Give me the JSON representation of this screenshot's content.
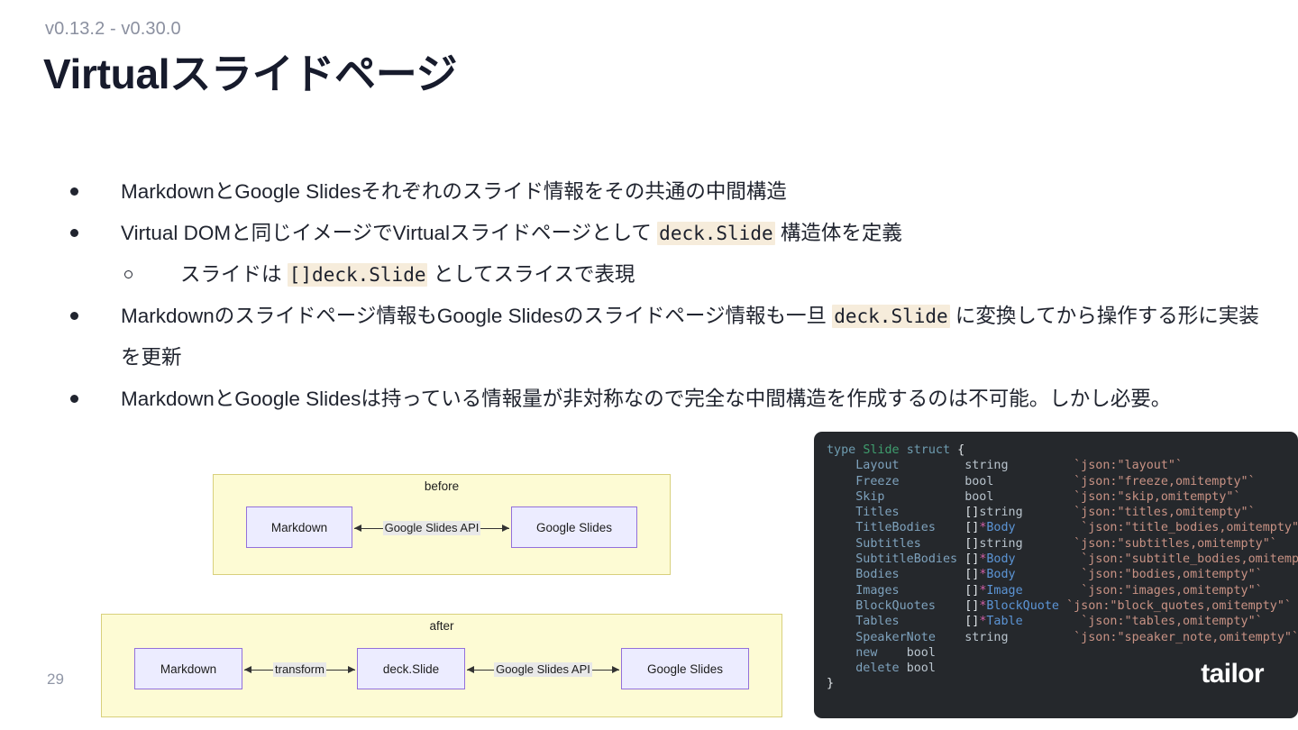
{
  "header": {
    "version": "v0.13.2 - v0.30.0",
    "title": "Virtualスライドページ"
  },
  "page_number": "29",
  "brand": "tailor",
  "bullets": [
    {
      "level": 1,
      "marker": "filled-dot",
      "parts": [
        {
          "type": "text",
          "value": "MarkdownとGoogle Slidesそれぞれのスライド情報をその共通の中間構造"
        }
      ]
    },
    {
      "level": 1,
      "marker": "filled-dot",
      "parts": [
        {
          "type": "text",
          "value": "Virtual DOMと同じイメージでVirtualスライドページとして "
        },
        {
          "type": "code",
          "value": "deck.Slide"
        },
        {
          "type": "text",
          "value": " 構造体を定義"
        }
      ]
    },
    {
      "level": 2,
      "marker": "hollow-circle",
      "parts": [
        {
          "type": "text",
          "value": "スライドは "
        },
        {
          "type": "code",
          "value": "[]deck.Slide"
        },
        {
          "type": "text",
          "value": " としてスライスで表現"
        }
      ]
    },
    {
      "level": 1,
      "marker": "filled-dot",
      "parts": [
        {
          "type": "text",
          "value": "Markdownのスライドページ情報もGoogle Slidesのスライドページ情報も一旦 "
        },
        {
          "type": "code",
          "value": "deck.Slide"
        },
        {
          "type": "text",
          "value": " に変換してから操作する形に実装を更新"
        }
      ]
    },
    {
      "level": 1,
      "marker": "filled-dot",
      "parts": [
        {
          "type": "text",
          "value": "MarkdownとGoogle Slidesは持っている情報量が非対称なので完全な中間構造を作成するのは不可能。しかし必要。"
        }
      ]
    }
  ],
  "diagrams": [
    {
      "id": "before",
      "label": "before",
      "nodes": [
        {
          "label": "Markdown"
        },
        {
          "label": "Google Slides"
        }
      ],
      "edges": [
        {
          "label": "Google Slides API",
          "direction": "bidirectional"
        }
      ]
    },
    {
      "id": "after",
      "label": "after",
      "nodes": [
        {
          "label": "Markdown"
        },
        {
          "label": "deck.Slide"
        },
        {
          "label": "Google Slides"
        }
      ],
      "edges": [
        {
          "label": "transform",
          "direction": "bidirectional"
        },
        {
          "label": "Google Slides API",
          "direction": "bidirectional"
        }
      ]
    }
  ],
  "code": {
    "language": "go",
    "lines": [
      [
        {
          "t": "kw",
          "v": "type"
        },
        {
          "t": "plain",
          "v": " "
        },
        {
          "t": "type",
          "v": "Slide"
        },
        {
          "t": "plain",
          "v": " "
        },
        {
          "t": "kw",
          "v": "struct"
        },
        {
          "t": "punct",
          "v": " {"
        }
      ],
      [
        {
          "t": "plain",
          "v": "    "
        },
        {
          "t": "field",
          "v": "Layout         "
        },
        {
          "t": "basic",
          "v": "string"
        },
        {
          "t": "plain",
          "v": "         "
        },
        {
          "t": "tag",
          "v": "`json:\"layout\"`"
        }
      ],
      [
        {
          "t": "plain",
          "v": "    "
        },
        {
          "t": "field",
          "v": "Freeze         "
        },
        {
          "t": "basic",
          "v": "bool"
        },
        {
          "t": "plain",
          "v": "           "
        },
        {
          "t": "tag",
          "v": "`json:\"freeze,omitempty\"`"
        }
      ],
      [
        {
          "t": "plain",
          "v": "    "
        },
        {
          "t": "field",
          "v": "Skip           "
        },
        {
          "t": "basic",
          "v": "bool"
        },
        {
          "t": "plain",
          "v": "           "
        },
        {
          "t": "tag",
          "v": "`json:\"skip,omitempty\"`"
        }
      ],
      [
        {
          "t": "plain",
          "v": "    "
        },
        {
          "t": "field",
          "v": "Titles         "
        },
        {
          "t": "punct",
          "v": "[]"
        },
        {
          "t": "basic",
          "v": "string"
        },
        {
          "t": "plain",
          "v": "       "
        },
        {
          "t": "tag",
          "v": "`json:\"titles,omitempty\"`"
        }
      ],
      [
        {
          "t": "plain",
          "v": "    "
        },
        {
          "t": "field",
          "v": "TitleBodies    "
        },
        {
          "t": "punct",
          "v": "[]"
        },
        {
          "t": "star",
          "v": "*"
        },
        {
          "t": "ref",
          "v": "Body"
        },
        {
          "t": "plain",
          "v": "         "
        },
        {
          "t": "tag",
          "v": "`json:\"title_bodies,omitempty\"`"
        }
      ],
      [
        {
          "t": "plain",
          "v": "    "
        },
        {
          "t": "field",
          "v": "Subtitles      "
        },
        {
          "t": "punct",
          "v": "[]"
        },
        {
          "t": "basic",
          "v": "string"
        },
        {
          "t": "plain",
          "v": "       "
        },
        {
          "t": "tag",
          "v": "`json:\"subtitles,omitempty\"`"
        }
      ],
      [
        {
          "t": "plain",
          "v": "    "
        },
        {
          "t": "field",
          "v": "SubtitleBodies "
        },
        {
          "t": "punct",
          "v": "[]"
        },
        {
          "t": "star",
          "v": "*"
        },
        {
          "t": "ref",
          "v": "Body"
        },
        {
          "t": "plain",
          "v": "         "
        },
        {
          "t": "tag",
          "v": "`json:\"subtitle_bodies,omitempty\"`"
        }
      ],
      [
        {
          "t": "plain",
          "v": "    "
        },
        {
          "t": "field",
          "v": "Bodies         "
        },
        {
          "t": "punct",
          "v": "[]"
        },
        {
          "t": "star",
          "v": "*"
        },
        {
          "t": "ref",
          "v": "Body"
        },
        {
          "t": "plain",
          "v": "         "
        },
        {
          "t": "tag",
          "v": "`json:\"bodies,omitempty\"`"
        }
      ],
      [
        {
          "t": "plain",
          "v": "    "
        },
        {
          "t": "field",
          "v": "Images         "
        },
        {
          "t": "punct",
          "v": "[]"
        },
        {
          "t": "star",
          "v": "*"
        },
        {
          "t": "ref",
          "v": "Image"
        },
        {
          "t": "plain",
          "v": "        "
        },
        {
          "t": "tag",
          "v": "`json:\"images,omitempty\"`"
        }
      ],
      [
        {
          "t": "plain",
          "v": "    "
        },
        {
          "t": "field",
          "v": "BlockQuotes    "
        },
        {
          "t": "punct",
          "v": "[]"
        },
        {
          "t": "star",
          "v": "*"
        },
        {
          "t": "ref",
          "v": "BlockQuote"
        },
        {
          "t": "plain",
          "v": " "
        },
        {
          "t": "tag",
          "v": "`json:\"block_quotes,omitempty\"`"
        }
      ],
      [
        {
          "t": "plain",
          "v": "    "
        },
        {
          "t": "field",
          "v": "Tables         "
        },
        {
          "t": "punct",
          "v": "[]"
        },
        {
          "t": "star",
          "v": "*"
        },
        {
          "t": "ref",
          "v": "Table"
        },
        {
          "t": "plain",
          "v": "        "
        },
        {
          "t": "tag",
          "v": "`json:\"tables,omitempty\"`"
        }
      ],
      [
        {
          "t": "plain",
          "v": "    "
        },
        {
          "t": "field",
          "v": "SpeakerNote    "
        },
        {
          "t": "basic",
          "v": "string"
        },
        {
          "t": "plain",
          "v": "         "
        },
        {
          "t": "tag",
          "v": "`json:\"speaker_note,omitempty\"`"
        }
      ],
      [
        {
          "t": "plain",
          "v": ""
        }
      ],
      [
        {
          "t": "plain",
          "v": "    "
        },
        {
          "t": "field",
          "v": "new    "
        },
        {
          "t": "basic",
          "v": "bool"
        }
      ],
      [
        {
          "t": "plain",
          "v": "    "
        },
        {
          "t": "field",
          "v": "delete "
        },
        {
          "t": "basic",
          "v": "bool"
        }
      ],
      [
        {
          "t": "punct",
          "v": "}"
        }
      ]
    ]
  },
  "colors": {
    "title": "#171b2c",
    "version": "#8b90a0",
    "inline_code_bg": "#f6ecdb",
    "diagram_bg": "#fdfbd4",
    "diagram_border": "#d8d07c",
    "node_bg": "#ececff",
    "node_border": "#9370db",
    "code_bg": "#25282c",
    "page_number": "#9096a6"
  }
}
